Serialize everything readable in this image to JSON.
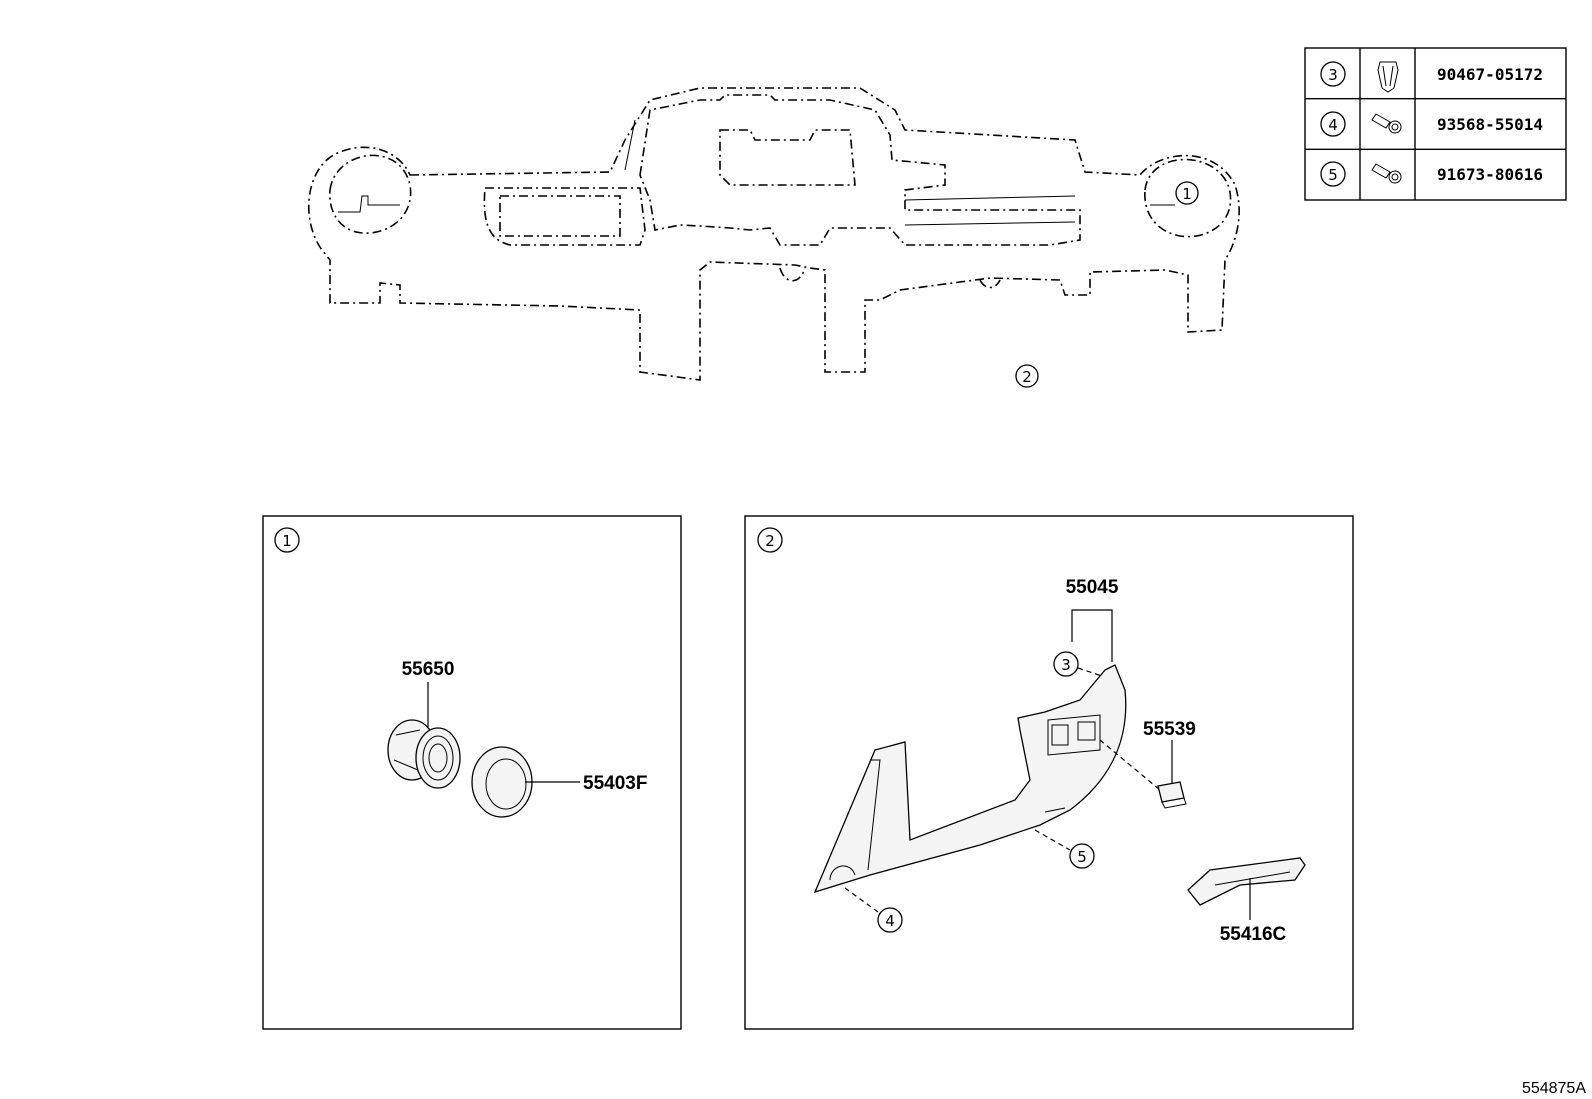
{
  "fasteners_table": {
    "rows": [
      {
        "ref": "3",
        "icon": "clip-icon",
        "part_no": "90467-05172"
      },
      {
        "ref": "4",
        "icon": "screw-icon",
        "part_no": "93568-55014"
      },
      {
        "ref": "5",
        "icon": "screw-icon",
        "part_no": "91673-80616"
      }
    ]
  },
  "overview": {
    "callout_1": "1",
    "callout_2": "2"
  },
  "panel_1": {
    "tag": "1",
    "parts": [
      "55650",
      "55403F"
    ]
  },
  "panel_2": {
    "tag": "2",
    "parts": [
      "55045",
      "55539",
      "55416C"
    ],
    "callouts": [
      "3",
      "5",
      "4"
    ]
  },
  "illustration_code": "554875A"
}
